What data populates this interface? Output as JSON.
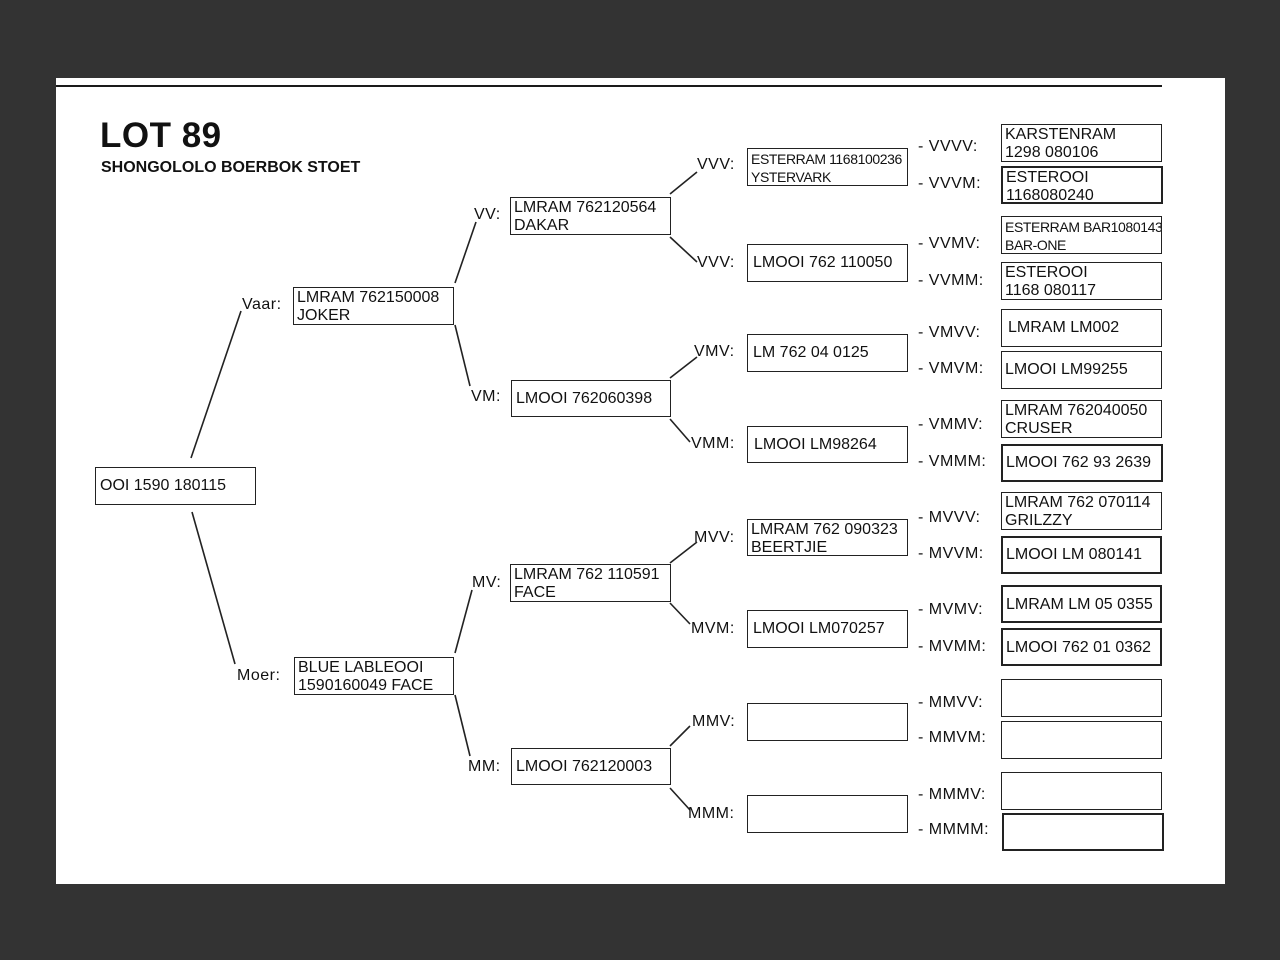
{
  "title": "LOT 89",
  "subtitle": "SHONGOLOLO BOERBOK STOET",
  "subject": "OOI 1590 180115",
  "gen1": {
    "vaar": {
      "label": "Vaar:",
      "line1": "LMRAM 762150008",
      "line2": "JOKER"
    },
    "moer": {
      "label": "Moer:",
      "line1": "BLUE LABLEOOI",
      "line2": "1590160049 FACE"
    }
  },
  "gen2": {
    "vv": {
      "label": "VV:",
      "line1": "LMRAM 762120564",
      "line2": "DAKAR"
    },
    "vm": {
      "label": "VM:",
      "line1": "LMOOI 762060398",
      "line2": ""
    },
    "mv": {
      "label": "MV:",
      "line1": "LMRAM 762 110591",
      "line2": "FACE"
    },
    "mm": {
      "label": "MM:",
      "line1": "LMOOI 762120003",
      "line2": ""
    }
  },
  "gen3": {
    "vvv": {
      "label": "VVV:",
      "line1": "ESTERRAM 1168100236",
      "line2": "YSTERVARK"
    },
    "vvm": {
      "label": "VVV:",
      "line1": "LMOOI 762 110050",
      "line2": ""
    },
    "vmv": {
      "label": "VMV:",
      "line1": "LM 762 04 0125",
      "line2": ""
    },
    "vmm": {
      "label": "VMM:",
      "line1": "LMOOI LM98264",
      "line2": ""
    },
    "mvv": {
      "label": "MVV:",
      "line1": "LMRAM 762 090323",
      "line2": "BEERTJIE"
    },
    "mvm": {
      "label": "MVM:",
      "line1": "LMOOI LM070257",
      "line2": ""
    },
    "mmv": {
      "label": "MMV:",
      "line1": "",
      "line2": ""
    },
    "mmm": {
      "label": "MMM:",
      "line1": "",
      "line2": ""
    }
  },
  "gen4": {
    "vvvv": {
      "label": "- VVVV:",
      "line1": "KARSTENRAM",
      "line2": "1298 080106"
    },
    "vvvm": {
      "label": "- VVVM:",
      "line1": "ESTEROOI",
      "line2": "1168080240"
    },
    "vvmv": {
      "label": "- VVMV:",
      "line1": "ESTERRAM BAR1080143",
      "line2": "BAR-ONE"
    },
    "vvmm": {
      "label": "- VVMM:",
      "line1": "ESTEROOI",
      "line2": "1168 080117"
    },
    "vmvv": {
      "label": "- VMVV:",
      "line1": "LMRAM LM002",
      "line2": ""
    },
    "vmvm": {
      "label": "- VMVM:",
      "line1": "LMOOI LM99255",
      "line2": ""
    },
    "vmmv": {
      "label": "- VMMV:",
      "line1": "LMRAM 762040050",
      "line2": "CRUSER"
    },
    "vmmm": {
      "label": "- VMMM:",
      "line1": "LMOOI 762 93 2639",
      "line2": ""
    },
    "mvvv": {
      "label": "- MVVV:",
      "line1": "LMRAM 762 070114",
      "line2": "GRILZZY"
    },
    "mvvm": {
      "label": "- MVVM:",
      "line1": "LMOOI LM 080141",
      "line2": ""
    },
    "mvmv": {
      "label": "- MVMV:",
      "line1": "LMRAM LM 05 0355",
      "line2": ""
    },
    "mvmm": {
      "label": "- MVMM:",
      "line1": "LMOOI 762 01 0362",
      "line2": ""
    },
    "mmvv": {
      "label": "- MMVV:",
      "line1": "",
      "line2": ""
    },
    "mmvm": {
      "label": "- MMVM:",
      "line1": "",
      "line2": ""
    },
    "mmmv": {
      "label": "- MMMV:",
      "line1": "",
      "line2": ""
    },
    "mmmm": {
      "label": "- MMMM:",
      "line1": "",
      "line2": ""
    }
  }
}
